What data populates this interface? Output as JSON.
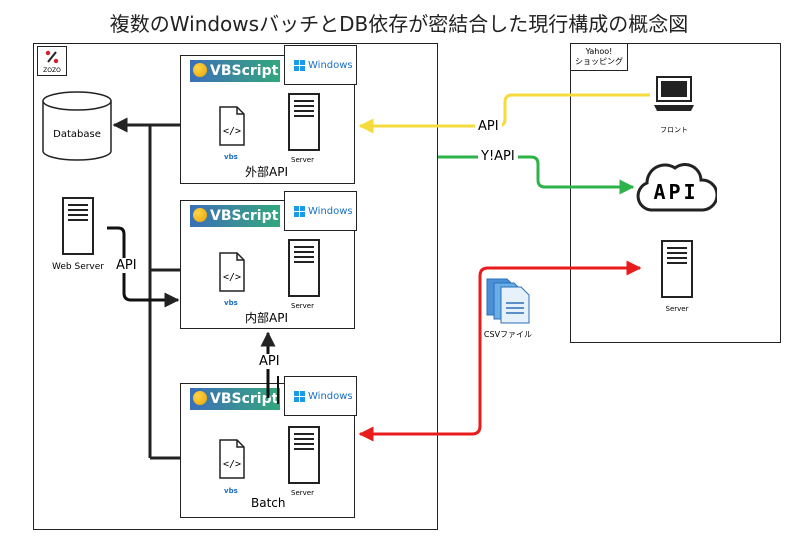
{
  "title": "複数のWindowsバッチとDB依存が密結合した現行構成の概念図",
  "zozo": {
    "logo_text": "ZOZO"
  },
  "yahoo": {
    "label_line1": "Yahoo!",
    "label_line2": "ショッピング",
    "front_label": "フロント",
    "api_cloud_label": "API",
    "server_label": "Server"
  },
  "database": {
    "label": "Database"
  },
  "web_server": {
    "label": "Web Server"
  },
  "blocks": {
    "external": {
      "vbscript": "VBScript",
      "windows": "Windows",
      "vbs": "vbs",
      "server": "Server",
      "label": "外部API"
    },
    "internal": {
      "vbscript": "VBScript",
      "windows": "Windows",
      "vbs": "vbs",
      "server": "Server",
      "label": "内部API"
    },
    "batch": {
      "vbscript": "VBScript",
      "windows": "Windows",
      "vbs": "vbs",
      "server": "Server",
      "label": "Batch"
    }
  },
  "edges": {
    "api_yahoo": "API",
    "yapi": "Y!API",
    "api_web": "API",
    "api_batch": "API",
    "csv": "CSVファイル"
  },
  "colors": {
    "yellow": "#f5dc3c",
    "green": "#2db34a",
    "red": "#e81c1c",
    "dark": "#222222",
    "windows_blue": "#1a9be8"
  }
}
